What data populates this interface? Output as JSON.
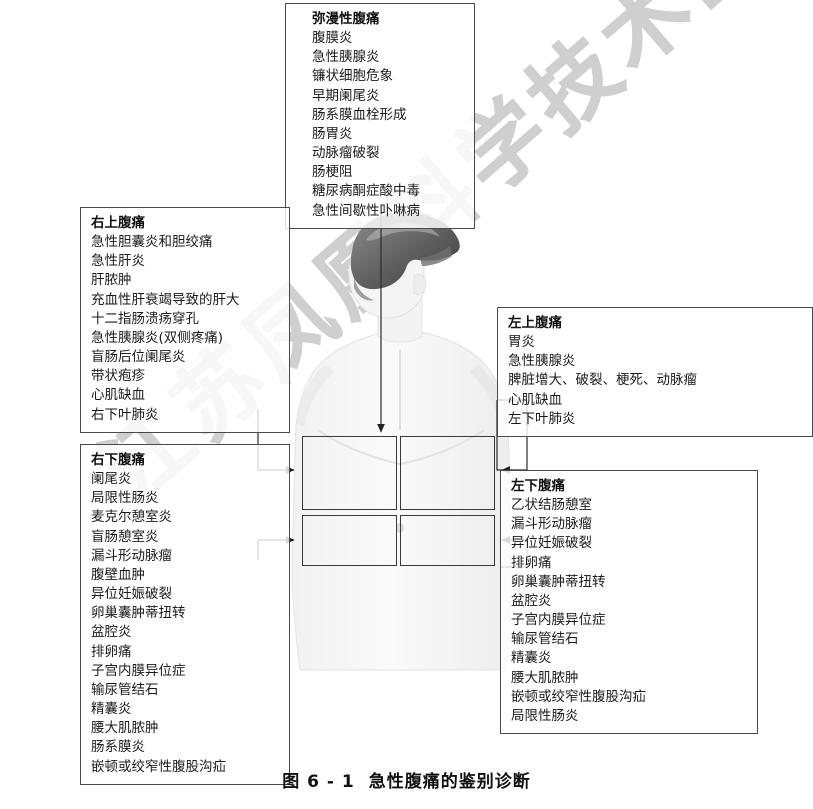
{
  "figure": {
    "caption_number": "图 6 - 1",
    "caption_title": "急性腹痛的鉴别诊断",
    "watermark": "江苏凤凰科学技术出版社",
    "colors": {
      "box_border": "#4a4a4a",
      "quadrant_border": "#3a3a3a",
      "connector": "#2b2b2b",
      "text": "#1b1b1b",
      "watermark": "#cfcfcf",
      "background": "#ffffff"
    }
  },
  "boxes": {
    "diffuse": {
      "title": "弥漫性腹痛",
      "items": [
        "腹膜炎",
        "急性胰腺炎",
        "镰状细胞危象",
        "早期阑尾炎",
        "肠系膜血栓形成",
        "肠胃炎",
        "动脉瘤破裂",
        "肠梗阻",
        "糖尿病酮症酸中毒",
        "急性间歇性卟啉病"
      ]
    },
    "right_upper": {
      "title": "右上腹痛",
      "items": [
        "急性胆囊炎和胆绞痛",
        "急性肝炎",
        "肝脓肿",
        "充血性肝衰竭导致的肝大",
        "十二指肠溃疡穿孔",
        "急性胰腺炎(双侧疼痛)",
        "盲肠后位阑尾炎",
        "带状疱疹",
        "心肌缺血",
        "右下叶肺炎"
      ]
    },
    "right_lower": {
      "title": "右下腹痛",
      "items": [
        "阑尾炎",
        "局限性肠炎",
        "麦克尔憩室炎",
        "盲肠憩室炎",
        "漏斗形动脉瘤",
        "腹壁血肿",
        "异位妊娠破裂",
        "卵巢囊肿蒂扭转",
        "盆腔炎",
        "排卵痛",
        "子宫内膜异位症",
        "输尿管结石",
        "精囊炎",
        "腰大肌脓肿",
        "肠系膜炎",
        "嵌顿或绞窄性腹股沟疝"
      ]
    },
    "left_upper": {
      "title": "左上腹痛",
      "items": [
        "胃炎",
        "急性胰腺炎",
        "脾脏增大、破裂、梗死、动脉瘤",
        "心肌缺血",
        "左下叶肺炎"
      ]
    },
    "left_lower": {
      "title": "左下腹痛",
      "items": [
        "乙状结肠憩室",
        "漏斗形动脉瘤",
        "异位妊娠破裂",
        "排卵痛",
        "卵巢囊肿蒂扭转",
        "盆腔炎",
        "子宫内膜异位症",
        "输尿管结石",
        "精囊炎",
        "腰大肌脓肿",
        "嵌顿或绞窄性腹股沟疝",
        "局限性肠炎"
      ]
    }
  },
  "quadrants": [
    {
      "name": "right-upper-quadrant-region"
    },
    {
      "name": "left-upper-quadrant-region"
    },
    {
      "name": "right-lower-quadrant-region"
    },
    {
      "name": "left-lower-quadrant-region"
    }
  ]
}
